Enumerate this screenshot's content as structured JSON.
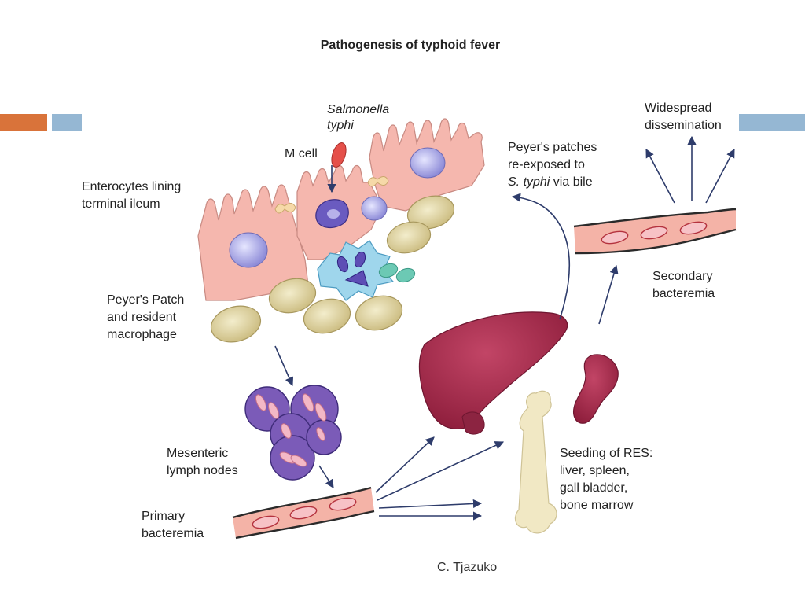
{
  "title": "Pathogenesis of typhoid fever",
  "labels": {
    "salmonella_line1": "Salmonella",
    "salmonella_line2": "typhi",
    "m_cell": "M cell",
    "enterocytes_line1": "Enterocytes lining",
    "enterocytes_line2": "terminal ileum",
    "peyers_line1": "Peyer's Patch",
    "peyers_line2": "and resident",
    "peyers_line3": "macrophage",
    "mesenteric_line1": "Mesenteric",
    "mesenteric_line2": "lymph nodes",
    "primary_line1": "Primary",
    "primary_line2": "bacteremia",
    "reexposed_line1": "Peyer's patches",
    "reexposed_line2": "re-exposed to",
    "reexposed_line3_italic": "S. typhi",
    "reexposed_line3_rest": " via bile",
    "widespread_line1": "Widespread",
    "widespread_line2": "dissemination",
    "secondary_line1": "Secondary",
    "secondary_line2": "bacteremia",
    "res_line1": "Seeding of RES:",
    "res_line2": "liver, spleen,",
    "res_line3": "gall bladder,",
    "res_line4": "bone marrow"
  },
  "credit": "C. Tjazuko",
  "colors": {
    "accent_orange": "#D9733A",
    "accent_blue": "#95B7D3",
    "enterocyte": "#F5B7AE",
    "nucleus": "#9C9BE0",
    "follicle_cell": "#D8CB97",
    "macrophage": "#9FD6EC",
    "lymph_node": "#7B5BB8",
    "vessel": "#F4B3A7",
    "organ": "#A52A4A",
    "bone": "#F1E8C4",
    "arrow": "#2E3C6B"
  }
}
